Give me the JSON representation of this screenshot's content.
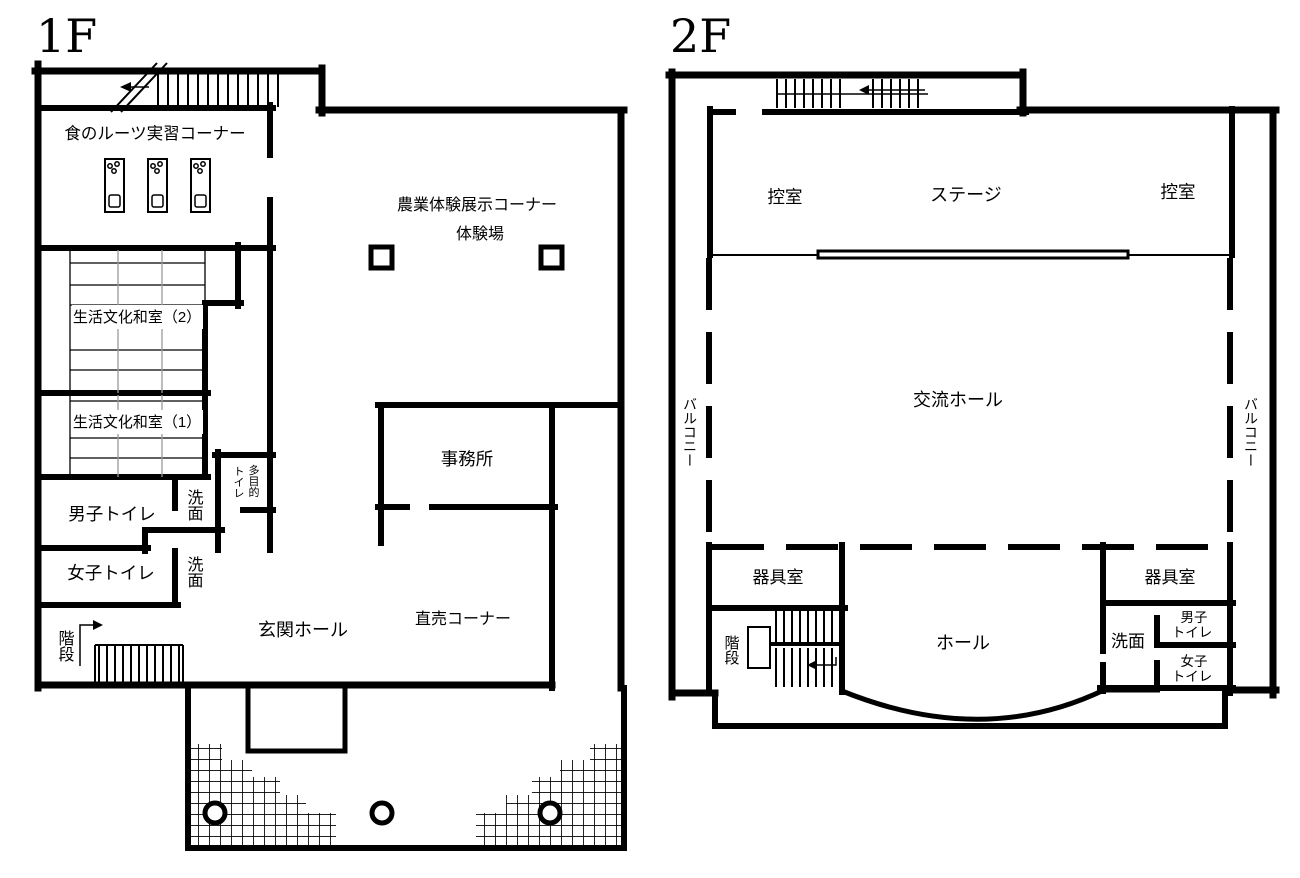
{
  "floor1": {
    "title": "1F",
    "rooms": {
      "cooking": "食のルーツ実習コーナー",
      "agri_line1": "農業体験展示コーナー",
      "agri_line2": "体験場",
      "washitsu2": "生活文化和室（2）",
      "washitsu1": "生活文化和室（1）",
      "mens_toilet": "男子トイレ",
      "washbasin_upper": "洗面",
      "washbasin_lower": "洗面",
      "multi_toilet_line1": "多目的",
      "multi_toilet_line2": "トイレ",
      "womens_toilet": "女子トイレ",
      "stairs": "階段",
      "entrance_hall": "玄関ホール",
      "office": "事務所",
      "sales": "直売コーナー"
    }
  },
  "floor2": {
    "title": "2F",
    "rooms": {
      "waiting_left": "控室",
      "stage": "ステージ",
      "waiting_right": "控室",
      "balcony_left": "バルコニー",
      "balcony_right": "バルコニー",
      "hall_main": "交流ホール",
      "equipment_left": "器具室",
      "equipment_right": "器具室",
      "stairs": "階段",
      "hall_small": "ホール",
      "washbasin": "洗面",
      "mens_line1": "男子",
      "mens_line2": "トイレ",
      "womens_line1": "女子",
      "womens_line2": "トイレ"
    }
  }
}
